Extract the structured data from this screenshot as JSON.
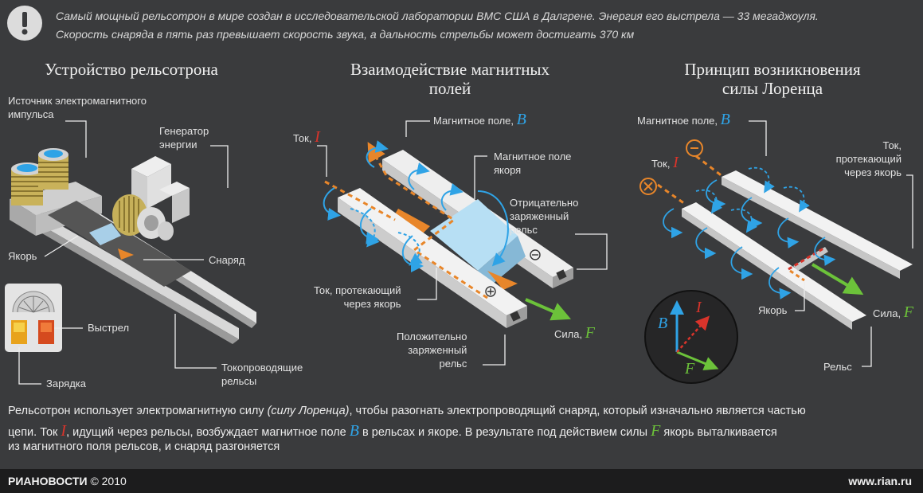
{
  "intro": {
    "line1": "Самый мощный рельсотрон в мире создан в исследовательской лаборатории ВМС США в Далгрене. Энергия его выстрела — 33 мегаджоуля.",
    "line2": "Скорость снаряда в пять раз превышает скорость звука, а дальность стрельбы может достигать 370 км"
  },
  "panel1": {
    "title": "Устройство рельсотрона",
    "source_l1": "Источник электромагнитного",
    "source_l2": "импульса",
    "generator_l1": "Генератор",
    "generator_l2": "энергии",
    "armature": "Якорь",
    "projectile": "Снаряд",
    "fire": "Выстрел",
    "charge": "Зарядка",
    "rails_l1": "Токопроводящие",
    "rails_l2": "рельсы"
  },
  "panel2": {
    "title_l1": "Взаимодействие магнитных",
    "title_l2": "полей",
    "current": "Ток,",
    "current_sym": "I",
    "field": "Магнитное поле,",
    "field_sym": "B",
    "arm_field_l1": "Магнитное поле",
    "arm_field_l2": "якоря",
    "neg_l1": "Отрицательно",
    "neg_l2": "заряженный",
    "neg_l3": "рельс",
    "cur_arm_l1": "Ток, протекающий",
    "cur_arm_l2": "через якорь",
    "pos_l1": "Положительно",
    "pos_l2": "заряженный",
    "pos_l3": "рельс",
    "force": "Сила,",
    "force_sym": "F"
  },
  "panel3": {
    "title_l1": "Принцип возникновения",
    "title_l2": "силы Лоренца",
    "field": "Магнитное поле,",
    "field_sym": "B",
    "current": "Ток,",
    "current_sym": "I",
    "cur_arm_l1": "Ток,",
    "cur_arm_l2": "протекающий",
    "cur_arm_l3": "через якорь",
    "armature": "Якорь",
    "force": "Сила,",
    "force_sym": "F",
    "rails": "Рельс",
    "vec_b": "B",
    "vec_i": "I",
    "vec_f": "F"
  },
  "bottom": {
    "p1": "Рельсотрон использует электромагнитную силу ",
    "p2": "(силу Лоренца)",
    "p3": ", чтобы разогнать электропроводящий снаряд, который изначально является частью",
    "l2a": "цепи. Ток ",
    "l2_i": "I",
    "l2b": ", идущий через рельсы, возбуждает магнитное поле ",
    "l2_b": "B",
    "l2c": " в рельсах и якоре. В результате под действием силы ",
    "l2_f": "F",
    "l2d": " якорь выталкивается",
    "l3": "из магнитного поля рельсов, и снаряд разгоняется"
  },
  "footer": {
    "brand": "РИАНОВОСТИ",
    "year": "© 2010",
    "site": "www.rian.ru"
  },
  "colors": {
    "background": "#3a3b3d",
    "current_red": "#d9342b",
    "field_blue": "#2fa3e6",
    "force_green": "#6cc23a",
    "current_orange": "#e8862a"
  }
}
